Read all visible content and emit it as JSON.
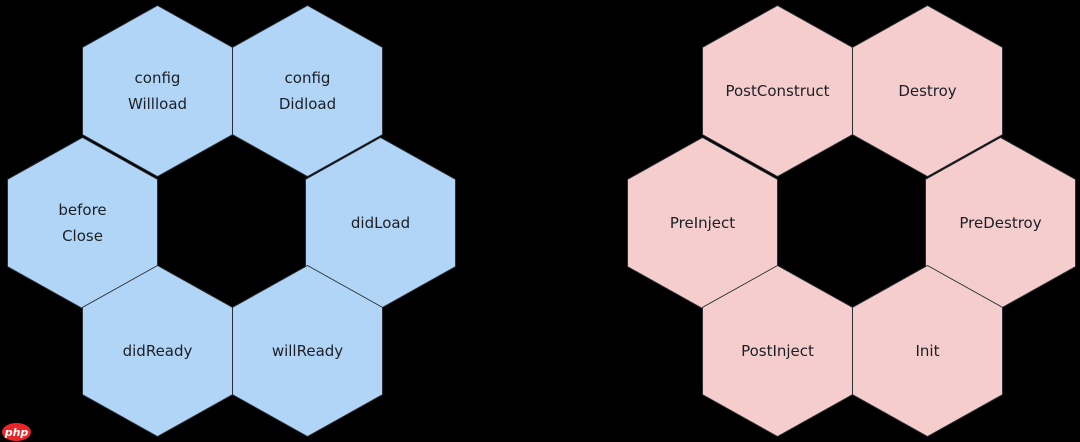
{
  "diagram": {
    "left_cluster": {
      "fill_color": "#b1d5f6",
      "hexagons": [
        {
          "label": "config\nWillload",
          "position": "top-left"
        },
        {
          "label": "config\nDidload",
          "position": "top-right"
        },
        {
          "label": "before\nClose",
          "position": "middle-left"
        },
        {
          "label": "didLoad",
          "position": "middle-right"
        },
        {
          "label": "didReady",
          "position": "bottom-left"
        },
        {
          "label": "willReady",
          "position": "bottom-right"
        }
      ]
    },
    "right_cluster": {
      "fill_color": "#f5cdcc",
      "hexagons": [
        {
          "label": "PostConstruct",
          "position": "top-left"
        },
        {
          "label": "Destroy",
          "position": "top-right"
        },
        {
          "label": "PreInject",
          "position": "middle-left"
        },
        {
          "label": "PreDestroy",
          "position": "middle-right"
        },
        {
          "label": "PostInject",
          "position": "bottom-left"
        },
        {
          "label": "Init",
          "position": "bottom-right"
        }
      ]
    },
    "background_color": "#000000"
  },
  "watermark": {
    "label": "php"
  }
}
